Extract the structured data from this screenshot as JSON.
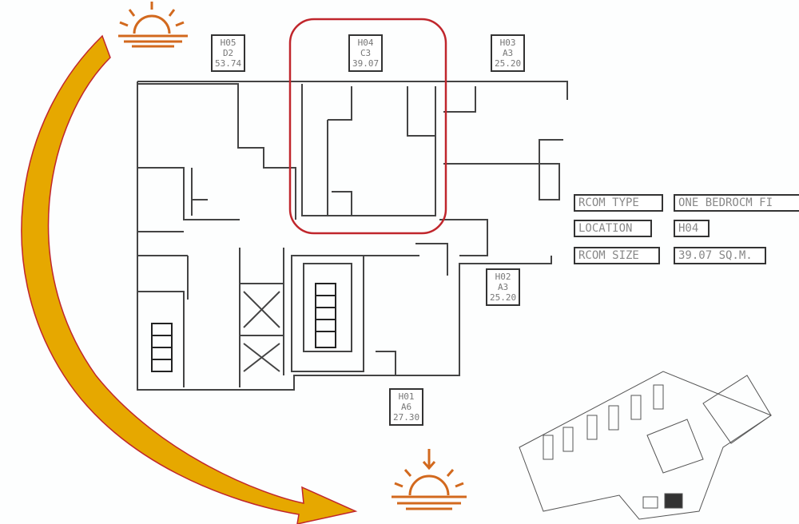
{
  "units": [
    {
      "id": "H05",
      "type": "D2",
      "size": "53.74"
    },
    {
      "id": "H04",
      "type": "C3",
      "size": "39.07"
    },
    {
      "id": "H03",
      "type": "A3",
      "size": "25.20"
    },
    {
      "id": "H02",
      "type": "A3",
      "size": "25.20"
    },
    {
      "id": "H01",
      "type": "A6",
      "size": "27.30"
    }
  ],
  "info": {
    "room_type_label": "RCOM TYPE",
    "room_type_value": "ONE BEDROCM FI",
    "location_label": "LOCATION",
    "location_value": "H04",
    "room_size_label": "RCOM SIZE",
    "room_size_value": "39.07 SQ.M."
  },
  "colors": {
    "highlight": "#c0262c",
    "sun": "#d2691e",
    "arrow_start": "#c8960a",
    "arrow_end": "#f0b000"
  },
  "icons": [
    "sunrise-icon",
    "sunset-icon",
    "sun-path-arrow",
    "site-plan"
  ]
}
